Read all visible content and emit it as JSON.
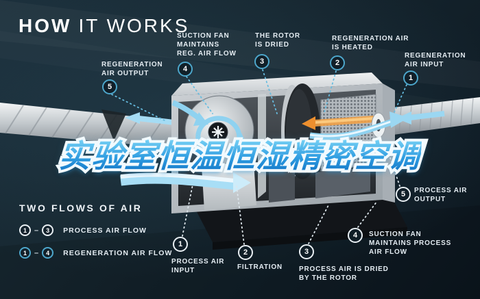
{
  "title": {
    "word_bold": "HOW",
    "word_light": "IT WORKS"
  },
  "overlay_banner": {
    "text": "实验室恒温恒湿精密空调"
  },
  "callouts": {
    "regeneration": [
      {
        "num": "5",
        "label": "REGENERATION\nAIR OUTPUT"
      },
      {
        "num": "4",
        "label": "SUCTION FAN\nMAINTAINS\nREG. AIR FLOW"
      },
      {
        "num": "3",
        "label": "THE ROTOR\nIS DRIED"
      },
      {
        "num": "2",
        "label": "REGENERATION AIR\nIS HEATED"
      },
      {
        "num": "1",
        "label": "REGENERATION\nAIR INPUT"
      }
    ],
    "process": [
      {
        "num": "1",
        "label": "PROCESS AIR\nINPUT"
      },
      {
        "num": "2",
        "label": "FILTRATION"
      },
      {
        "num": "3",
        "label": "PROCESS AIR IS DRIED\nBY THE ROTOR"
      },
      {
        "num": "4",
        "label": "SUCTION FAN\nMAINTAINS PROCESS\nAIR FLOW"
      },
      {
        "num": "5",
        "label": "PROCESS AIR\nOUTPUT"
      }
    ]
  },
  "legend": {
    "heading": "TWO FLOWS OF AIR",
    "rows": [
      {
        "from": "1",
        "separator": "–",
        "to": "3",
        "label": "PROCESS AIR FLOW",
        "type": "process"
      },
      {
        "from": "1",
        "separator": "–",
        "to": "4",
        "label": "REGENERATION AIR FLOW",
        "type": "regeneration"
      }
    ]
  },
  "colors": {
    "background": "#16262f",
    "regeneration_accent": "#4da7cc",
    "process_accent": "#e9eff3",
    "airflow_blue": "#8fd2f0",
    "heater_orange": "#ed8f2e",
    "banner_blue": "#2f9fe2"
  }
}
